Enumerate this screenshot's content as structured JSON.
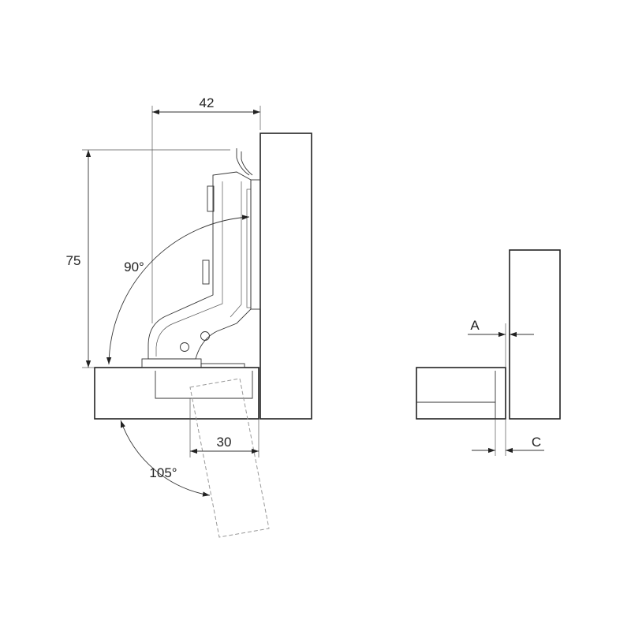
{
  "diagram": {
    "dimension_width": "42",
    "dimension_height": "75",
    "dimension_overlay": "30",
    "angle_closed": "90°",
    "angle_open": "105°",
    "label_a": "A",
    "label_c": "C"
  },
  "colors": {
    "line": "#222222",
    "dash": "#999999",
    "background": "#ffffff"
  }
}
